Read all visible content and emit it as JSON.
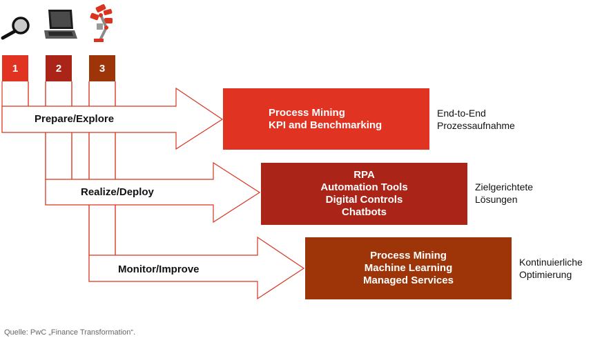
{
  "colors": {
    "red": "#e03322",
    "dark_red": "#ab2418",
    "brown": "#9e3509",
    "outline": "#d9341f"
  },
  "icons": [
    "magnifier-icon",
    "laptop-icon",
    "robot-arm-icon"
  ],
  "steps": [
    {
      "number": "1"
    },
    {
      "number": "2"
    },
    {
      "number": "3"
    }
  ],
  "phases": [
    {
      "label": "Prepare/Explore",
      "items": [
        "Process Mining",
        "KPI and Benchmarking"
      ],
      "side_lines": [
        "End-to-End",
        "Prozessaufnahme"
      ]
    },
    {
      "label": "Realize/Deploy",
      "items": [
        "RPA",
        "Automation Tools",
        "Digital Controls",
        "Chatbots"
      ],
      "side_lines": [
        "Zielgerichtete",
        "Lösungen"
      ]
    },
    {
      "label": "Monitor/Improve",
      "items": [
        "Process Mining",
        "Machine Learning",
        "Managed Services"
      ],
      "side_lines": [
        "Kontinuierliche",
        "Optimierung"
      ]
    }
  ],
  "source": "Quelle: PwC „Finance Transformation“."
}
